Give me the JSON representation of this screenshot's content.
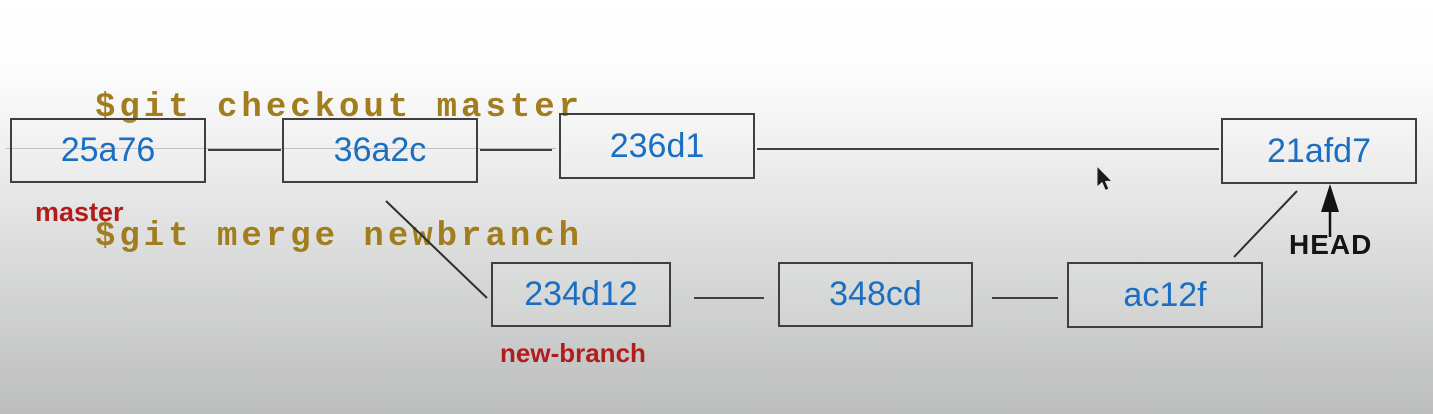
{
  "terminal": {
    "lines": [
      "$git checkout master",
      "$git merge newbranch"
    ],
    "text_color": "#a17d1e"
  },
  "graph": {
    "master": {
      "label": "master",
      "commits": [
        "25a76",
        "36a2c",
        "236d1",
        "21afd7"
      ]
    },
    "new_branch": {
      "label": "new-branch",
      "commits": [
        "234d12",
        "348cd",
        "ac12f"
      ]
    },
    "head": {
      "label": "HEAD"
    },
    "commit_text_color": "#1b6fc2",
    "branch_label_color": "#b11c1c",
    "box_border_color": "#3f3f3f"
  }
}
